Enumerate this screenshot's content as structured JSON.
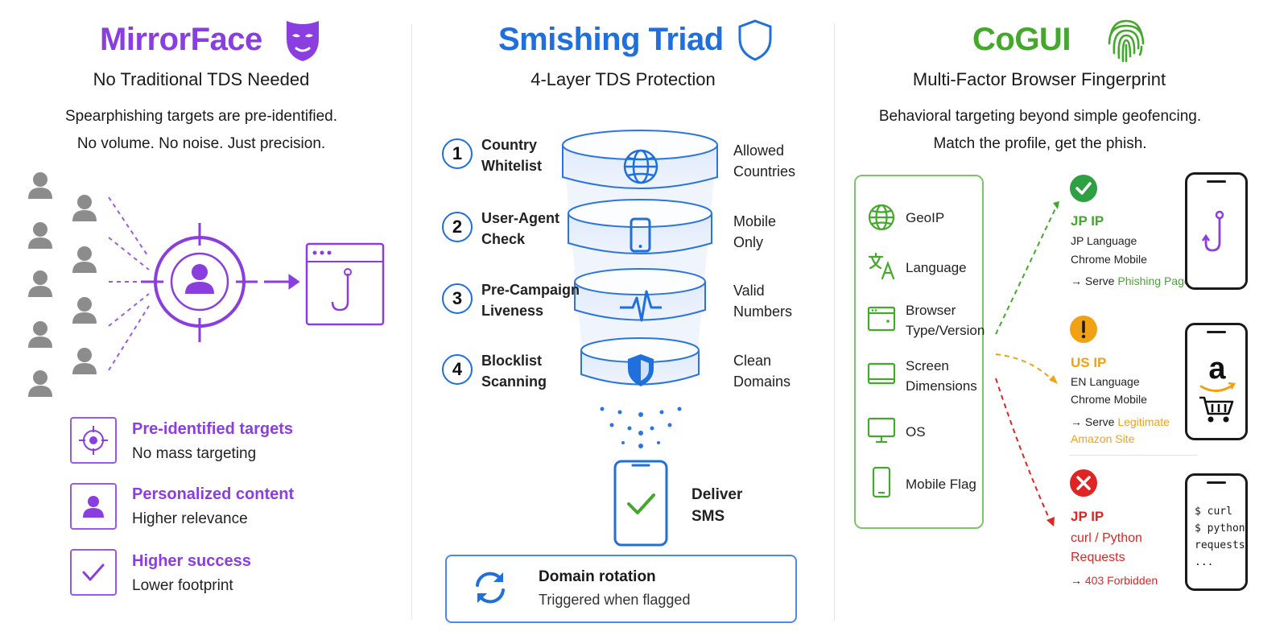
{
  "mirrorface": {
    "title": "MirrorFace",
    "subtitle": "No Traditional TDS Needed",
    "desc1": "Spearphishing targets are pre-identified.",
    "desc2": "No volume. No noise. Just precision.",
    "features": [
      {
        "title": "Pre-identified targets",
        "sub": "No mass targeting",
        "icon": "crosshair-icon"
      },
      {
        "title": "Personalized content",
        "sub": "Higher relevance",
        "icon": "person-icon"
      },
      {
        "title": "Higher success",
        "sub": "Lower footprint",
        "icon": "checkmark-icon"
      }
    ]
  },
  "smishing": {
    "title": "Smishing Triad",
    "subtitle": "4-Layer TDS Protection",
    "layers": [
      {
        "num": "1",
        "label1": "Country",
        "label2": "Whitelist",
        "right1": "Allowed",
        "right2": "Countries",
        "icon": "globe-icon"
      },
      {
        "num": "2",
        "label1": "User-Agent",
        "label2": "Check",
        "right1": "Mobile",
        "right2": "Only",
        "icon": "mobile-icon"
      },
      {
        "num": "3",
        "label1": "Pre-Campaign",
        "label2": "Liveness",
        "right1": "Valid",
        "right2": "Numbers",
        "icon": "pulse-icon"
      },
      {
        "num": "4",
        "label1": "Blocklist",
        "label2": "Scanning",
        "right1": "Clean",
        "right2": "Domains",
        "icon": "shield-icon"
      }
    ],
    "deliver1": "Deliver",
    "deliver2": "SMS",
    "rotation_title": "Domain rotation",
    "rotation_sub": "Triggered when flagged"
  },
  "cogui": {
    "title": "CoGUI",
    "subtitle": "Multi-Factor Browser Fingerprint",
    "desc1": "Behavioral targeting beyond simple geofencing.",
    "desc2": "Match the profile, get the phish.",
    "factors": [
      {
        "line1": "GeoIP",
        "line2": "",
        "icon": "globe-icon"
      },
      {
        "line1": "Language",
        "line2": "",
        "icon": "translate-icon"
      },
      {
        "line1": "Browser",
        "line2": "Type/Version",
        "icon": "browser-icon"
      },
      {
        "line1": "Screen",
        "line2": "Dimensions",
        "icon": "screen-icon"
      },
      {
        "line1": "OS",
        "line2": "",
        "icon": "monitor-icon"
      },
      {
        "line1": "Mobile Flag",
        "line2": "",
        "icon": "mobile-icon"
      }
    ],
    "results": [
      {
        "title": "JP IP",
        "l1": "JP Language",
        "l2": "Chrome Mobile",
        "l3_pre": "→ Serve ",
        "l3_hl": "Phishing Page",
        "l4": "",
        "color": "#43a82c",
        "status": "check-icon"
      },
      {
        "title": "US IP",
        "l1": "EN Language",
        "l2": "Chrome Mobile",
        "l3_pre": "→ Serve ",
        "l3_hl": "Legitimate",
        "l4": "Amazon Site",
        "color": "#f0a214",
        "status": "warning-icon"
      },
      {
        "title": "JP IP",
        "l1": "curl / Python",
        "l2": "Requests",
        "l3_pre": "→ ",
        "l3_hl": "403 Forbidden",
        "l4": "",
        "color": "#e02424",
        "status": "x-icon"
      }
    ],
    "terminal": [
      "$ curl",
      "$ python",
      "requests",
      "..."
    ]
  }
}
